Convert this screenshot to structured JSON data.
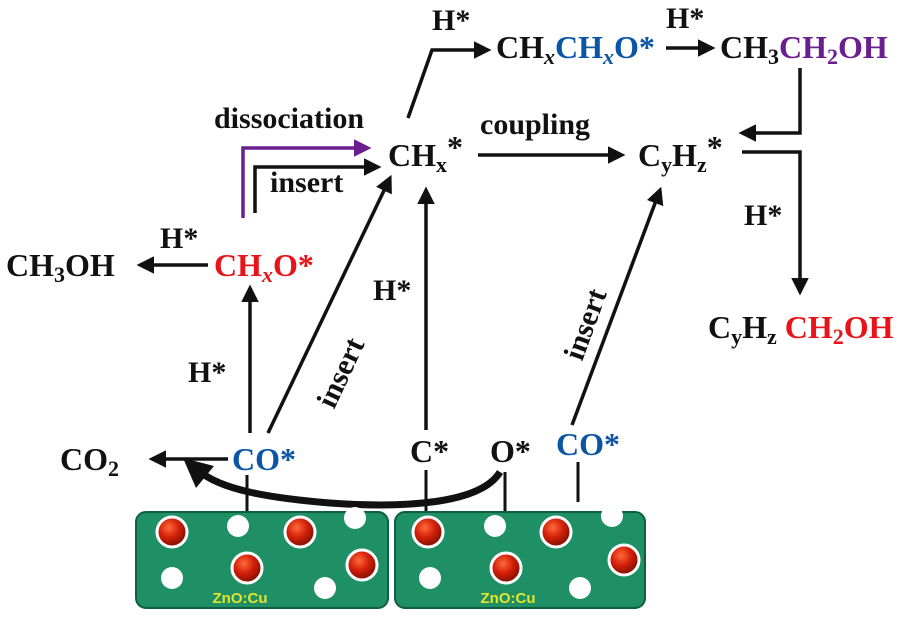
{
  "colors": {
    "black": "#111111",
    "red": "#e8141a",
    "blue": "#0a55a5",
    "purple": "#6a1f8f",
    "green": "#1f8f65",
    "particle_red": "#d4200a",
    "tag_yellow": "#e5e52a"
  },
  "species": {
    "chxch_x_o": {
      "a": "CH",
      "b": "x",
      "c": "CH",
      "d": "x",
      "e": "O*"
    },
    "ch3ch2oh": {
      "a": "CH",
      "b": "3",
      "c": "CH",
      "d": "2",
      "e": "OH"
    },
    "chx_star": {
      "a": "CH",
      "b": "x",
      "c": "*"
    },
    "cyhz_star": {
      "a": "C",
      "b": "y",
      "c": "H",
      "d": "z",
      "e": "*"
    },
    "ch3oh": {
      "a": "CH",
      "b": "3",
      "c": "OH"
    },
    "chxo_star": {
      "a": "CH",
      "b": "x",
      "c": "O*"
    },
    "cyhz_ch2oh": {
      "a": "C",
      "b": "y",
      "c": "H",
      "d": "z",
      "e": "CH",
      "f": "2",
      "g": "OH"
    },
    "co2": {
      "a": "CO",
      "b": "2"
    },
    "co_star_left": "CO*",
    "c_star": "C*",
    "o_star": "O*",
    "co_star_right": "CO*"
  },
  "labels": {
    "h_top": "H*",
    "h_top2": "H*",
    "dissociation": "dissociation",
    "coupling": "coupling",
    "insert_horizontal": "insert",
    "h_left": "H*",
    "h_right": "H*",
    "h_mid": "H*",
    "h_bottom_left": "H*",
    "insert_left_diag": "insert",
    "insert_right_diag": "insert"
  },
  "catalyst": {
    "left_label": "ZnO:Cu",
    "right_label": "ZnO:Cu"
  }
}
